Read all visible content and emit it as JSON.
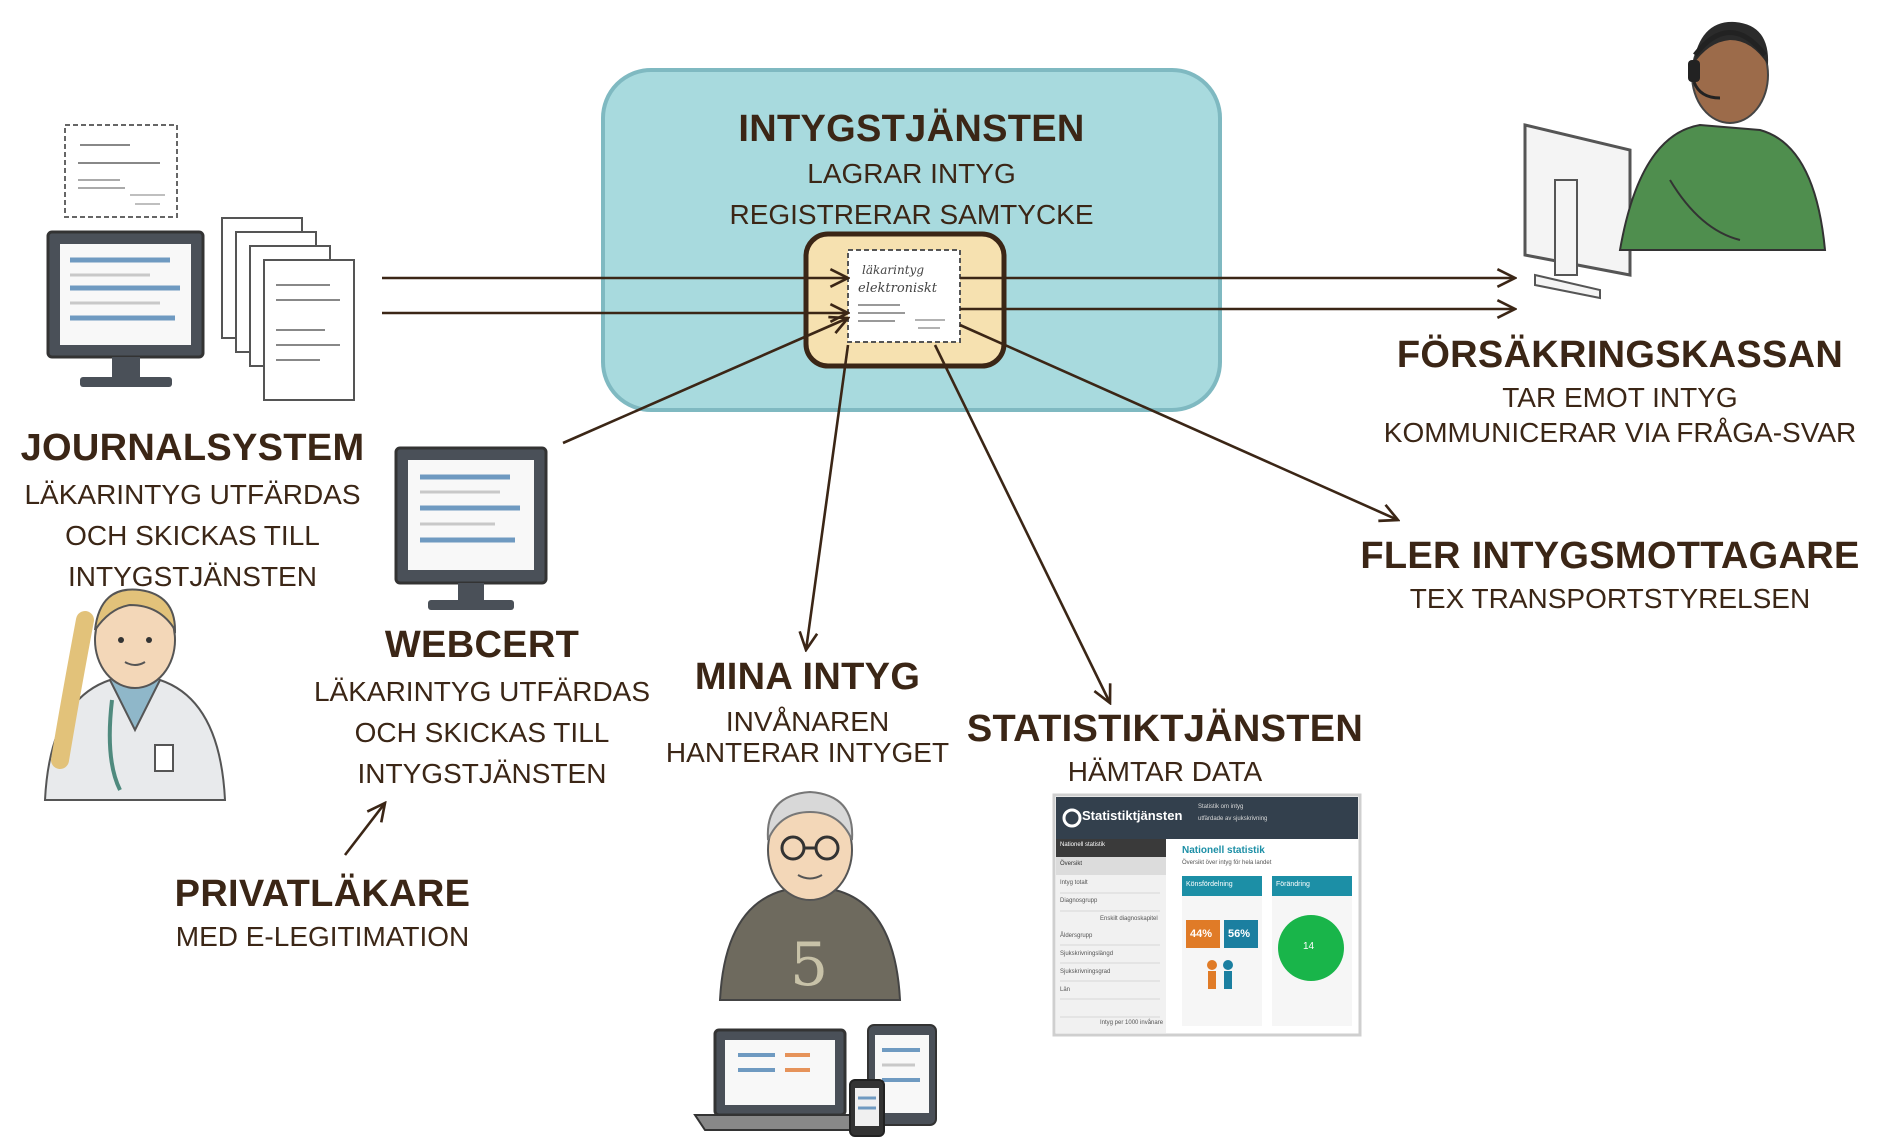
{
  "center": {
    "title": "INTYGSTJÄNSTEN",
    "line1": "LAGRAR INTYG",
    "line2": "REGISTRERAR SAMTYCKE"
  },
  "journalsystem": {
    "title": "JOURNALSYSTEM",
    "line1": "LÄKARINTYG UTFÄRDAS",
    "line2": "OCH SKICKAS TILL",
    "line3": "INTYGSTJÄNSTEN"
  },
  "webcert": {
    "title": "WEBCERT",
    "line1": "LÄKARINTYG UTFÄRDAS",
    "line2": "OCH SKICKAS TILL",
    "line3": "INTYGSTJÄNSTEN"
  },
  "privatlakare": {
    "title": "PRIVATLÄKARE",
    "line1": "MED E-LEGITIMATION"
  },
  "minaintyg": {
    "title": "MINA INTYG",
    "line1": "INVÅNAREN",
    "line2": "HANTERAR INTYGET"
  },
  "statistik": {
    "title": "STATISTIKTJÄNSTEN",
    "line1": "HÄMTAR DATA",
    "app_name": "Statistiktjänsten",
    "header_text": "Statistik om intyg",
    "header_text2": "utfärdade av sjukskrivning",
    "section_title": "Nationell statistik",
    "section_sub": "Översikt över intyg för hela landet",
    "card1_title": "Könsfördelning",
    "card2_title": "Förändring",
    "pct_female": "44%",
    "pct_male": "56%",
    "circle_value": "14",
    "menu": [
      "Nationell statistik",
      "Översikt",
      "Intyg totalt",
      "Diagnosgrupp",
      "Enskilt diagnoskapitel",
      "Åldersgrupp",
      "Sjukskrivningslängd",
      "Sjukskrivningsgrad",
      "Län",
      "Intyg per 1000 invånare"
    ]
  },
  "forsakringskassan": {
    "title": "FÖRSÄKRINGSKASSAN",
    "line1": "TAR EMOT INTYG",
    "line2": "KOMMUNICERAR VIA FRÅGA-SVAR"
  },
  "fler": {
    "title": "FLER INTYGSMOTTAGARE",
    "line1": "TEX TRANSPORTSTYRELSEN"
  },
  "certificate": {
    "word1": "läkarintyg",
    "word2": "elektroniskt"
  },
  "colors": {
    "center_box": "#a8dade",
    "center_border": "#7fb9c1",
    "inner_box": "#f6e1b0",
    "text": "#3b2616",
    "arrow": "#3b2616",
    "shirt_green": "#4f8e4e"
  }
}
